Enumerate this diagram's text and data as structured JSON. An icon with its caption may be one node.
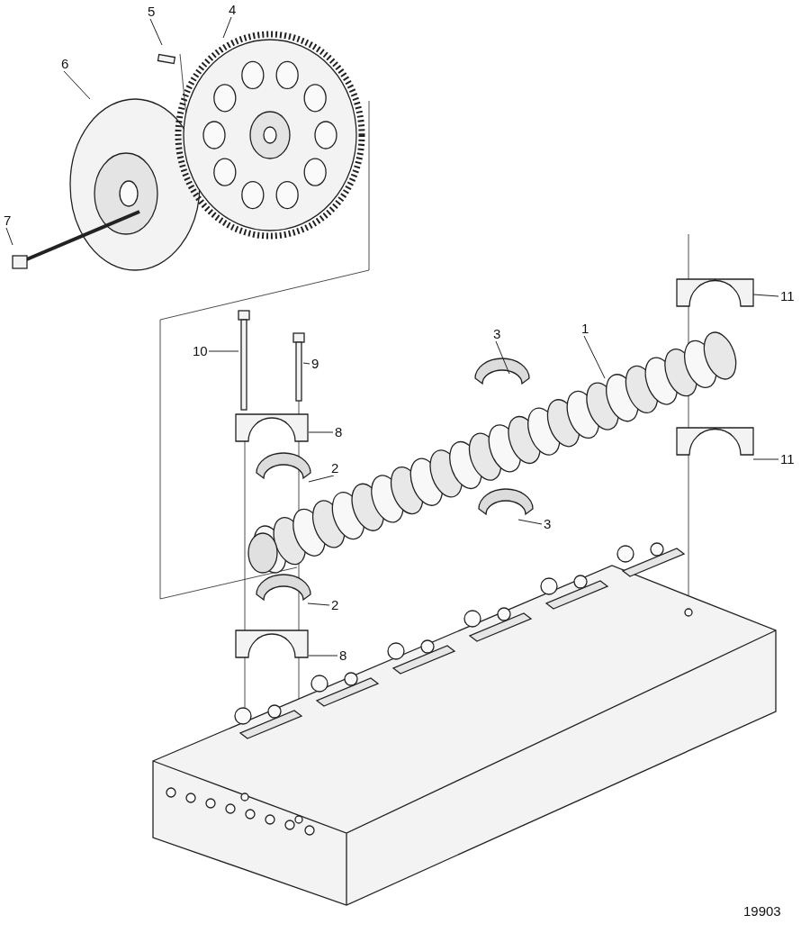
{
  "diagram": {
    "nodes": [
      {
        "text": [
          "5"
        ]
      },
      {
        "text": [
          "4"
        ]
      },
      {
        "text": [
          "6"
        ]
      },
      {
        "text": [
          "7"
        ]
      },
      {
        "text": [
          "11"
        ]
      },
      {
        "text": [
          "1"
        ]
      },
      {
        "text": [
          "3"
        ]
      },
      {
        "text": [
          "10"
        ]
      },
      {
        "text": [
          "9"
        ]
      },
      {
        "text": [
          "8"
        ]
      },
      {
        "text": [
          "11"
        ]
      },
      {
        "text": [
          "2"
        ]
      },
      {
        "text": [
          "3"
        ]
      },
      {
        "text": [
          "2"
        ]
      },
      {
        "text": [
          "8"
        ]
      }
    ],
    "edges": [
      {
        "from": 0,
        "to": null,
        "arrow": "none"
      },
      {
        "from": 1,
        "to": null,
        "arrow": "none"
      },
      {
        "from": 2,
        "to": null,
        "arrow": "none"
      },
      {
        "from": 3,
        "to": null,
        "arrow": "none"
      },
      {
        "from": 4,
        "to": null,
        "arrow": "none"
      },
      {
        "from": 5,
        "to": null,
        "arrow": "none"
      },
      {
        "from": 6,
        "to": null,
        "arrow": "none"
      },
      {
        "from": 7,
        "to": null,
        "arrow": "none"
      },
      {
        "from": 8,
        "to": null,
        "arrow": "none"
      },
      {
        "from": 9,
        "to": null,
        "arrow": "none"
      },
      {
        "from": 10,
        "to": null,
        "arrow": "none"
      },
      {
        "from": 11,
        "to": null,
        "arrow": "none"
      },
      {
        "from": 12,
        "to": null,
        "arrow": "none"
      },
      {
        "from": 13,
        "to": null,
        "arrow": "none"
      },
      {
        "from": 14,
        "to": null,
        "arrow": "none"
      }
    ],
    "labels": [
      "19903"
    ]
  }
}
